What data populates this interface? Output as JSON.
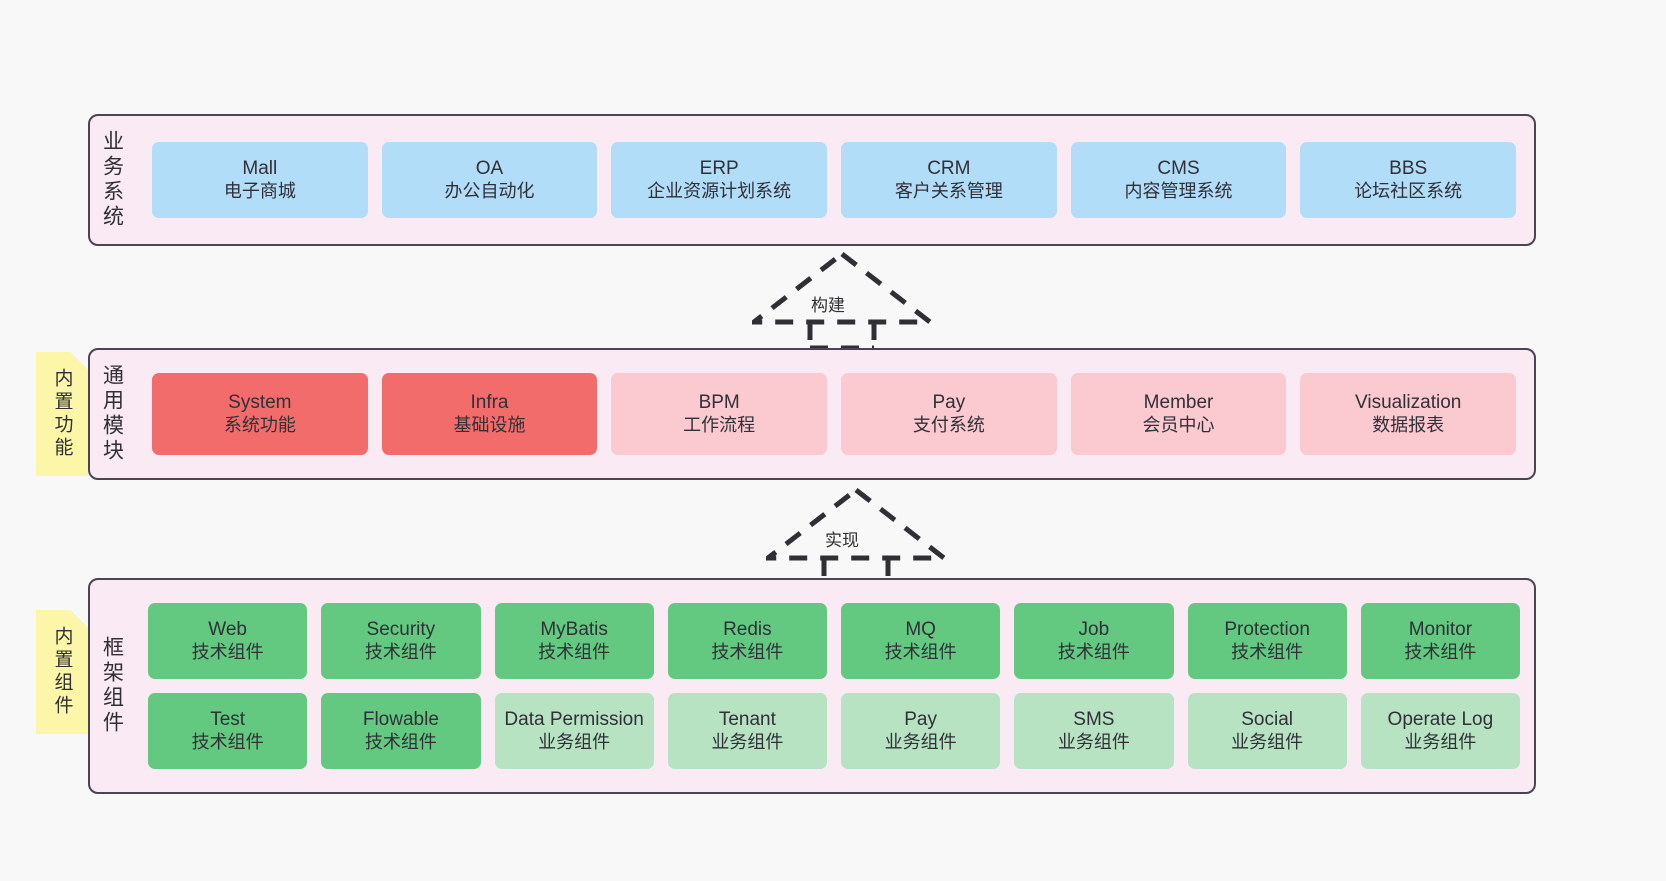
{
  "diagram": {
    "layers": [
      {
        "id": "business",
        "title": "业务系统",
        "rows": [
          {
            "cards": [
              {
                "en": "Mall",
                "cn": "电子商城",
                "color": "#b2ddf8"
              },
              {
                "en": "OA",
                "cn": "办公自动化",
                "color": "#b2ddf8"
              },
              {
                "en": "ERP",
                "cn": "企业资源计划系统",
                "color": "#b2ddf8"
              },
              {
                "en": "CRM",
                "cn": "客户关系管理",
                "color": "#b2ddf8"
              },
              {
                "en": "CMS",
                "cn": "内容管理系统",
                "color": "#b2ddf8"
              },
              {
                "en": "BBS",
                "cn": "论坛社区系统",
                "color": "#b2ddf8"
              }
            ]
          }
        ]
      },
      {
        "id": "common",
        "title": "通用模块",
        "note": "内置功能",
        "rows": [
          {
            "cards": [
              {
                "en": "System",
                "cn": "系统功能",
                "color": "#f36c6c"
              },
              {
                "en": "Infra",
                "cn": "基础设施",
                "color": "#f36c6c"
              },
              {
                "en": "BPM",
                "cn": "工作流程",
                "color": "#fbc9d0"
              },
              {
                "en": "Pay",
                "cn": "支付系统",
                "color": "#fbc9d0"
              },
              {
                "en": "Member",
                "cn": "会员中心",
                "color": "#fbc9d0"
              },
              {
                "en": "Visualization",
                "cn": "数据报表",
                "color": "#fbc9d0"
              }
            ]
          }
        ]
      },
      {
        "id": "framework",
        "title": "框架组件",
        "note": "内置组件",
        "rows": [
          {
            "cards": [
              {
                "en": "Web",
                "cn": "技术组件",
                "color": "#64c980"
              },
              {
                "en": "Security",
                "cn": "技术组件",
                "color": "#64c980"
              },
              {
                "en": "MyBatis",
                "cn": "技术组件",
                "color": "#64c980"
              },
              {
                "en": "Redis",
                "cn": "技术组件",
                "color": "#64c980"
              },
              {
                "en": "MQ",
                "cn": "技术组件",
                "color": "#64c980"
              },
              {
                "en": "Job",
                "cn": "技术组件",
                "color": "#64c980"
              },
              {
                "en": "Protection",
                "cn": "技术组件",
                "color": "#64c980"
              },
              {
                "en": "Monitor",
                "cn": "技术组件",
                "color": "#64c980"
              }
            ]
          },
          {
            "cards": [
              {
                "en": "Test",
                "cn": "技术组件",
                "color": "#64c980"
              },
              {
                "en": "Flowable",
                "cn": "技术组件",
                "color": "#64c980"
              },
              {
                "en": "Data Permission",
                "cn": "业务组件",
                "color": "#b7e3c3"
              },
              {
                "en": "Tenant",
                "cn": "业务组件",
                "color": "#b7e3c3"
              },
              {
                "en": "Pay",
                "cn": "业务组件",
                "color": "#b7e3c3"
              },
              {
                "en": "SMS",
                "cn": "业务组件",
                "color": "#b7e3c3"
              },
              {
                "en": "Social",
                "cn": "业务组件",
                "color": "#b7e3c3"
              },
              {
                "en": "Operate Log",
                "cn": "业务组件",
                "color": "#b7e3c3"
              }
            ]
          }
        ]
      }
    ],
    "connectors": [
      {
        "id": "build",
        "label": "构建",
        "style": "dashed-generalization"
      },
      {
        "id": "impl",
        "label": "实现",
        "style": "dashed-generalization"
      }
    ],
    "colors": {
      "background": "#f8f8f8",
      "layer_fill": "#f9eaf4",
      "layer_border": "#4a4453",
      "sticky_fill": "#fcf7a8",
      "sticky_fold": "#c9c9c9",
      "blue": "#b2ddf8",
      "red": "#f36c6c",
      "light_red": "#fbc9d0",
      "green": "#64c980",
      "light_green": "#b7e3c3",
      "text": "#303038"
    }
  }
}
